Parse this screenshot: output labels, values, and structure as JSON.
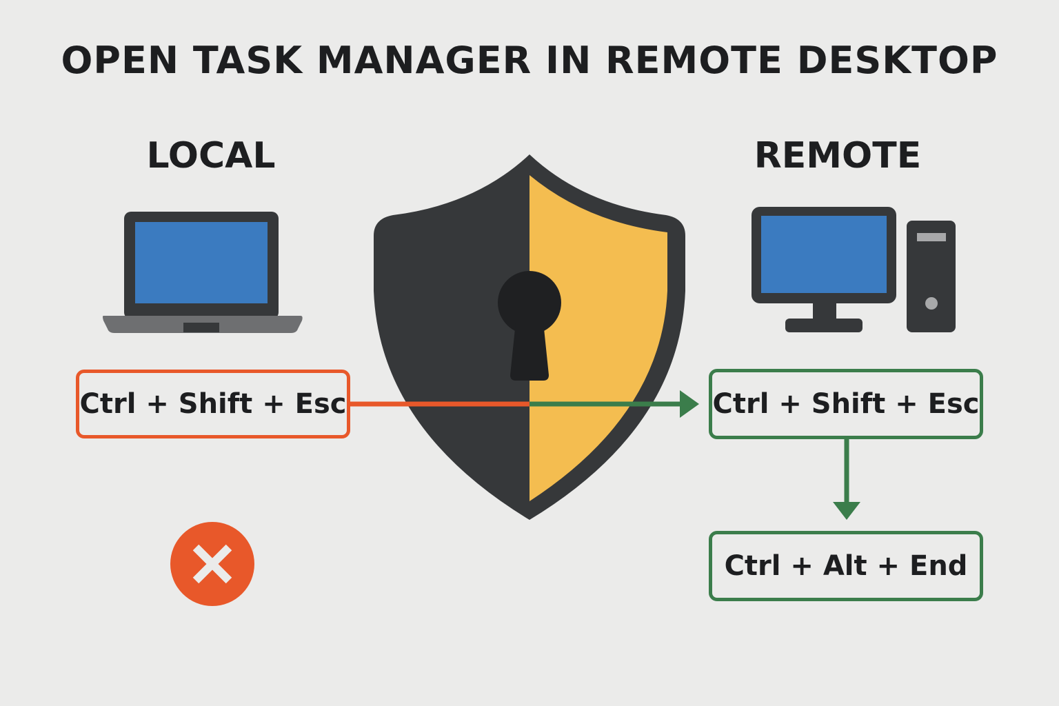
{
  "title": "OPEN TASK MANAGER IN REMOTE DESKTOP",
  "local": {
    "label": "LOCAL",
    "device_icon": "laptop-icon",
    "shortcut": "Ctrl + Shift + Esc",
    "status_icon": "error-x-icon"
  },
  "center": {
    "icon": "shield-keyhole-icon"
  },
  "remote": {
    "label": "REMOTE",
    "device_icon": "desktop-computer-icon",
    "shortcut_primary": "Ctrl + Shift + Esc",
    "shortcut_alternate": "Ctrl + Alt + End"
  },
  "colors": {
    "background": "#ebebea",
    "local_accent": "#e8582a",
    "remote_accent": "#3b7d4b",
    "shield_dark": "#36383a",
    "shield_yellow": "#f4bd50",
    "screen_blue": "#3b7bc0",
    "text": "#1d1e20"
  }
}
